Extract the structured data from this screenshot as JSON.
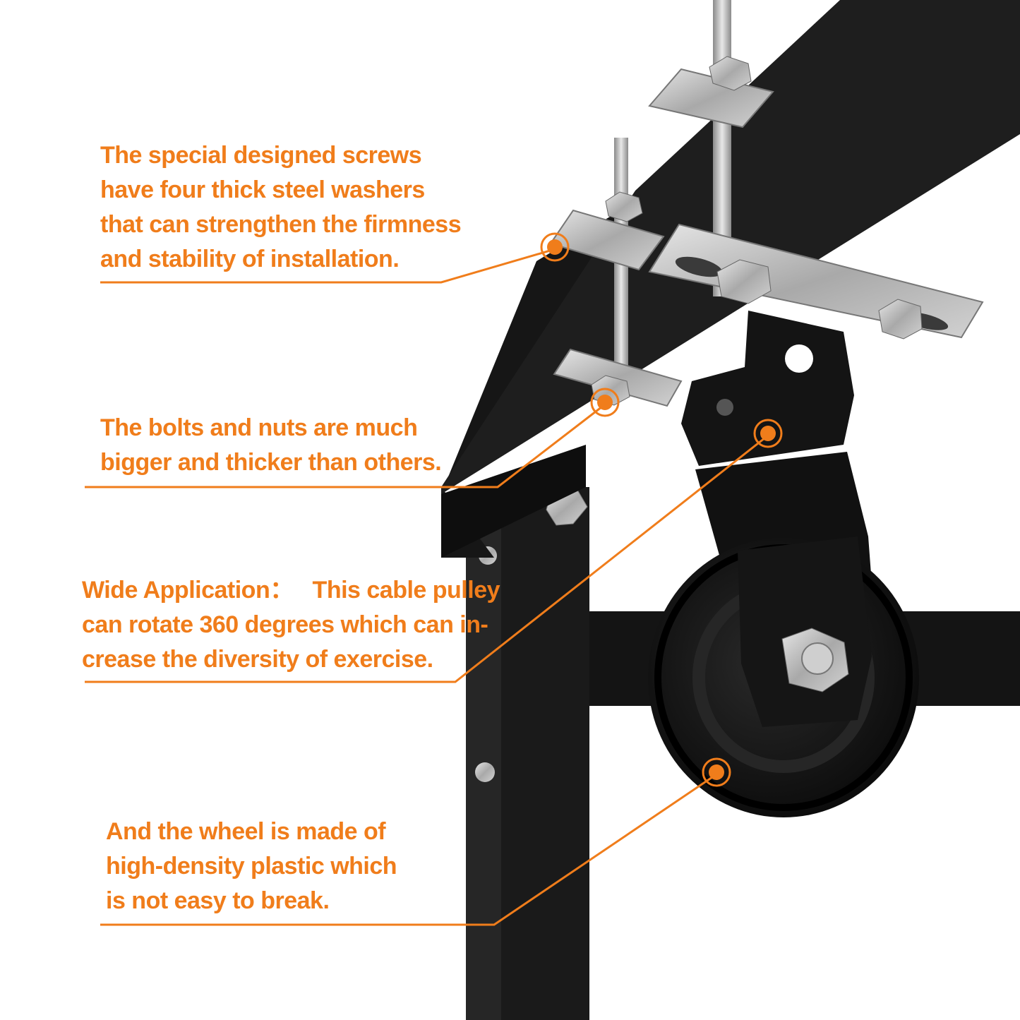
{
  "colors": {
    "accent": "#f07d1b",
    "frame": "#141414",
    "metal": "#b9b9b9",
    "background": "#ffffff"
  },
  "callouts": {
    "screws": {
      "lines": [
        "The special designed screws",
        "have four thick steel washers",
        "that can strengthen the firmness",
        "and stability of installation."
      ]
    },
    "bolts": {
      "lines": [
        "The bolts and nuts are much",
        "bigger and thicker than others."
      ]
    },
    "wide_application": {
      "lines": [
        "Wide Application：   This cable pulley",
        "can rotate 360 degrees which can in-",
        "crease the diversity of exercise."
      ]
    },
    "wheel": {
      "lines": [
        "And the wheel is made of",
        "high-density plastic which",
        "is not easy to break."
      ]
    }
  }
}
